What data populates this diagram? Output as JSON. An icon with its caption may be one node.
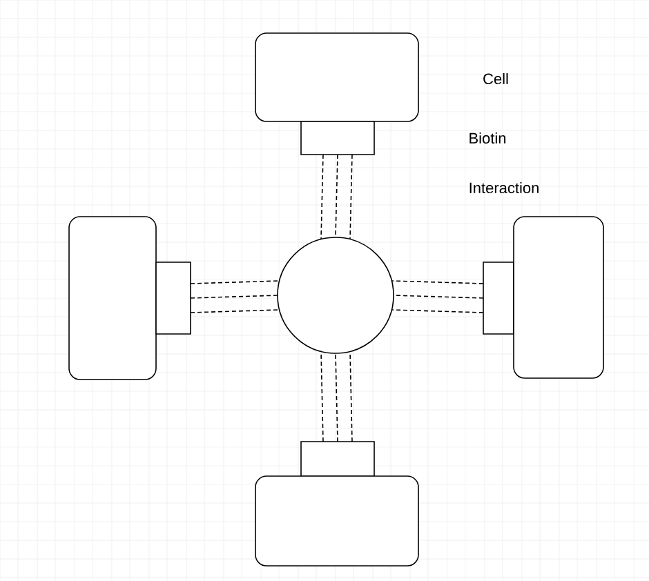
{
  "diagram": {
    "nodes": [
      {
        "text": [],
        "shape": "box"
      },
      {
        "text": [],
        "shape": "box"
      },
      {
        "text": [],
        "shape": "box"
      },
      {
        "text": [],
        "shape": "box"
      },
      {
        "text": [],
        "shape": "circle"
      },
      {
        "text": [],
        "shape": "box"
      },
      {
        "text": [],
        "shape": "box"
      },
      {
        "text": [],
        "shape": "box"
      },
      {
        "text": [],
        "shape": "box"
      }
    ],
    "edges": [
      {
        "from": 1,
        "to": 4,
        "arrow": "none",
        "style": "dashed"
      },
      {
        "from": 1,
        "to": 4,
        "arrow": "none",
        "style": "dashed"
      },
      {
        "from": 1,
        "to": 4,
        "arrow": "none",
        "style": "dashed"
      },
      {
        "from": 3,
        "to": 4,
        "arrow": "none",
        "style": "dashed"
      },
      {
        "from": 3,
        "to": 4,
        "arrow": "none",
        "style": "dashed"
      },
      {
        "from": 3,
        "to": 4,
        "arrow": "none",
        "style": "dashed"
      },
      {
        "from": 5,
        "to": 4,
        "arrow": "none",
        "style": "dashed"
      },
      {
        "from": 5,
        "to": 4,
        "arrow": "none",
        "style": "dashed"
      },
      {
        "from": 5,
        "to": 4,
        "arrow": "none",
        "style": "dashed"
      },
      {
        "from": 7,
        "to": 4,
        "arrow": "none",
        "style": "dashed"
      },
      {
        "from": 7,
        "to": 4,
        "arrow": "none",
        "style": "dashed"
      },
      {
        "from": 7,
        "to": 4,
        "arrow": "none",
        "style": "dashed"
      }
    ],
    "labels": [
      "Cell",
      "Biotin",
      "Interaction"
    ]
  }
}
